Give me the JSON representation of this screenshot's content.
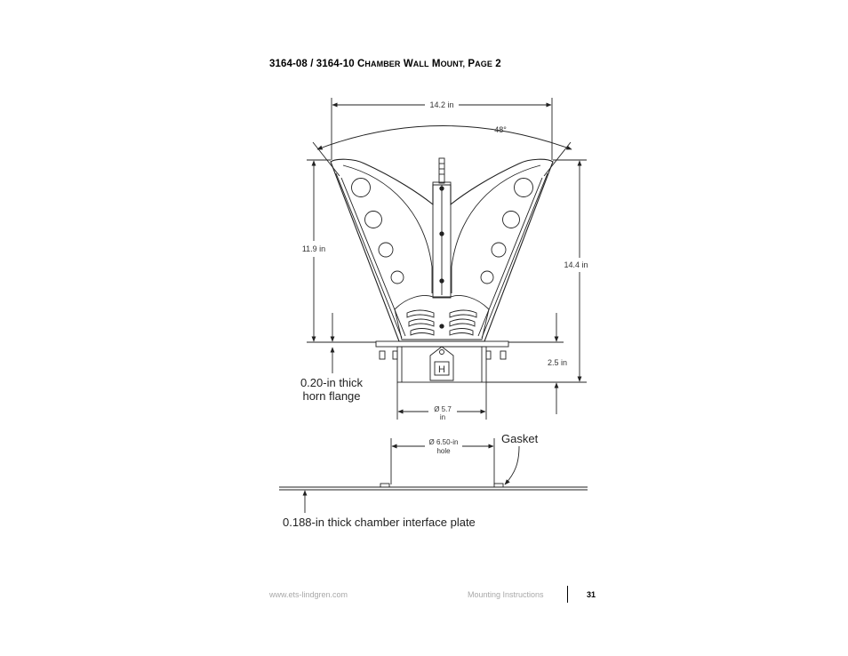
{
  "page": {
    "title": "3164-08 / 3164-10 Chamber Wall Mount, Page 2",
    "title_parts": {
      "prefix": "3164-08 / 3164-10 ",
      "w1_cap": "C",
      "w1_rest": "HAMBER",
      "w2_cap": "W",
      "w2_rest": "ALL",
      "w3_cap": "M",
      "w3_rest": "OUNT,",
      "w4_cap": "P",
      "w4_rest": "AGE",
      "suffix": " 2"
    }
  },
  "drawing": {
    "dim_width": "14.2 in",
    "dim_angle": "48°",
    "dim_left_height": "11.9 in",
    "dim_right_height": "14.4 in",
    "dim_base_height": "2.5 in",
    "dim_diameter_1": "Ø 5.7",
    "dim_diameter_1_unit": "in",
    "dim_hole_1": "Ø 6.50-in",
    "dim_hole_2": "hole",
    "label_horn_flange_1": "0.20-in thick",
    "label_horn_flange_2": "horn flange",
    "label_gasket": "Gasket",
    "label_plate": "0.188-in thick chamber interface plate",
    "badge_letter": "H",
    "line_color": "#1a1a1a"
  },
  "footer": {
    "url": "www.ets-lindgren.com",
    "section": "Mounting Instructions",
    "page_number": "31"
  }
}
